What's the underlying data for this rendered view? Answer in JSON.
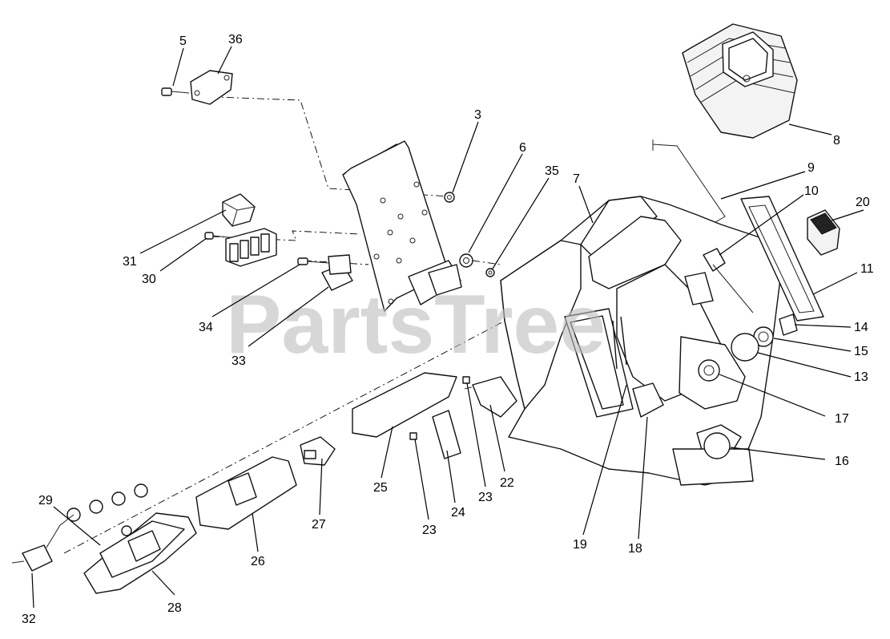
{
  "watermark": "PartsTree",
  "callouts": {
    "c3": "3",
    "c5": "5",
    "c6": "6",
    "c7": "7",
    "c8": "8",
    "c9": "9",
    "c10": "10",
    "c11": "11",
    "c13": "13",
    "c14": "14",
    "c15": "15",
    "c16": "16",
    "c17": "17",
    "c18": "18",
    "c19": "19",
    "c20": "20",
    "c22": "22",
    "c23a": "23",
    "c23b": "23",
    "c24": "24",
    "c25": "25",
    "c26": "26",
    "c27": "27",
    "c28": "28",
    "c29": "29",
    "c30": "30",
    "c31": "31",
    "c32": "32",
    "c33": "33",
    "c34": "34",
    "c35": "35",
    "c36": "36"
  }
}
